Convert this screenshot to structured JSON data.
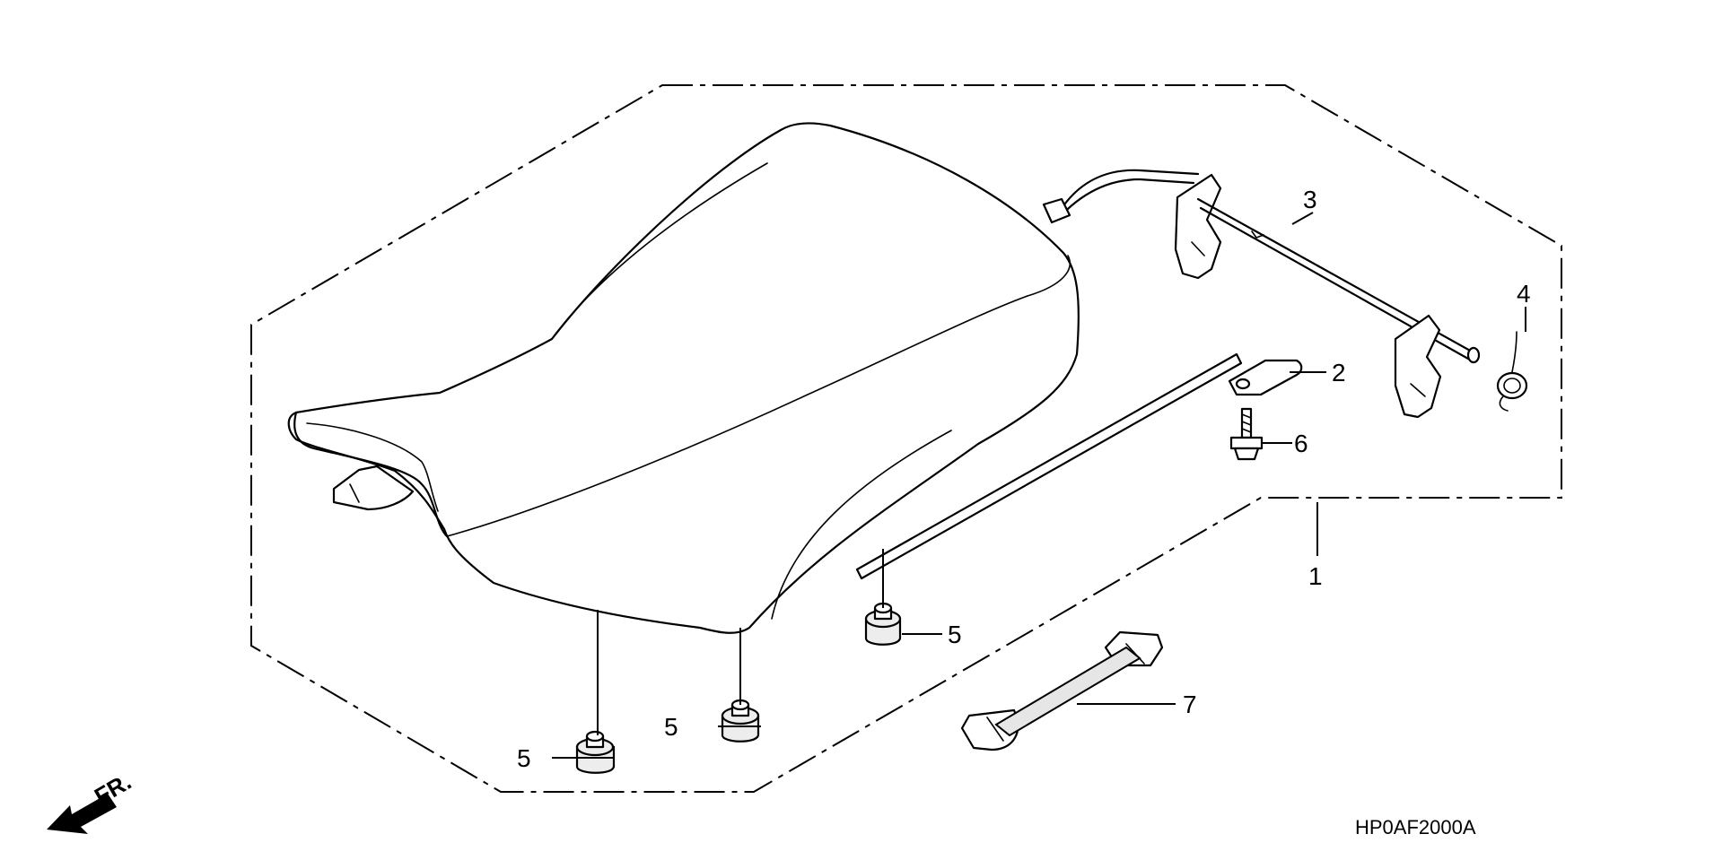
{
  "diagram": {
    "code": "HP0AF2000A",
    "direction_label": "FR."
  },
  "callouts": {
    "seat": "1",
    "plate": "2",
    "lock_rod": "3",
    "spring": "4",
    "damper_a": "5",
    "damper_b": "5",
    "damper_c": "5",
    "bolt": "6",
    "strap": "7"
  }
}
